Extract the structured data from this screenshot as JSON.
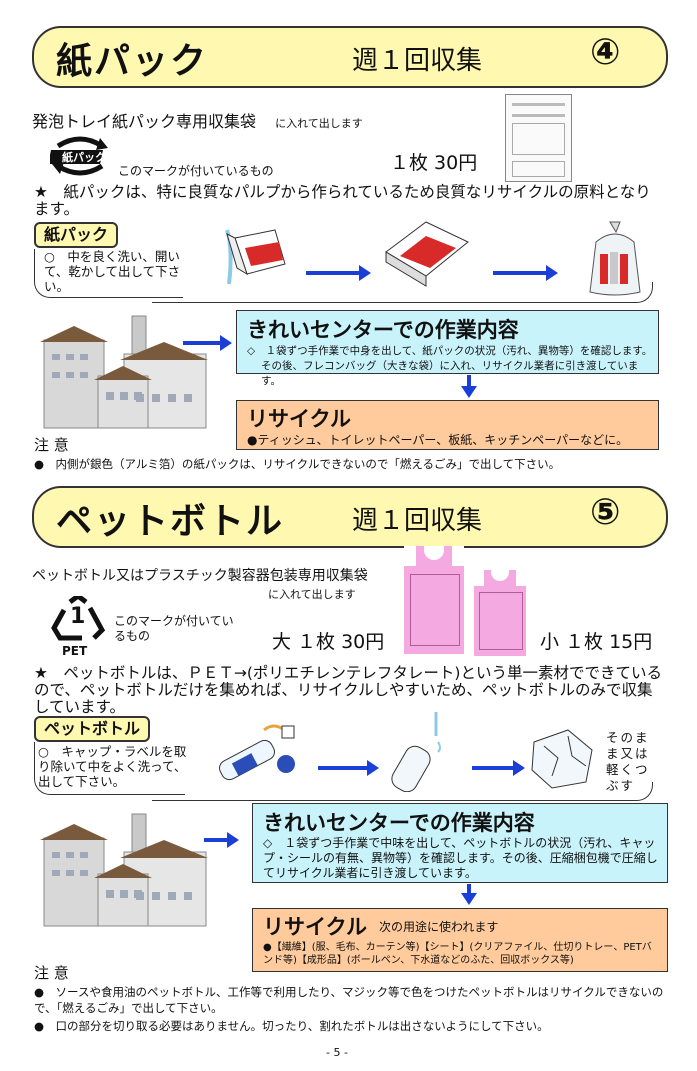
{
  "section1": {
    "title": "紙パック",
    "frequency": "週１回収集",
    "number": "④",
    "bag_text": "発泡トレイ紙パック専用収集袋",
    "bag_suffix": "に入れて出します",
    "mark_label": "紙パック",
    "mark_text": "このマークが付いているもの",
    "price": "１枚 30円",
    "star_text": "★　紙パックは、特に良質なパルプから作られているため良質なリサイクルの原料となります。",
    "tag": "紙パック",
    "instruction": "○　中を良く洗い、開いて、乾かして出して下さい。",
    "center_title": "きれいセンターでの作業内容",
    "center_line1": "◇　１袋ずつ手作業で中身を出して、紙パックの状況（汚れ、異物等）を確認します。",
    "center_line2": "その後、フレコンバッグ（大きな袋）に入れ、リサイクル業者に引き渡しています。",
    "recycle_title": "リサイクル",
    "recycle_text": "●ティッシュ、トイレットペーパー、板紙、キッチンペーパーなどに。",
    "caution_title": "注 意",
    "caution1": "●　内側が銀色（アルミ箔）の紙パックは、リサイクルできないので「燃えるごみ」で出して下さい。"
  },
  "section2": {
    "title": "ペットボトル",
    "frequency": "週１回収集",
    "number": "⑤",
    "bag_text": "ペットボトル又はプラスチック製容器包装専用収集袋",
    "bag_suffix": "に入れて出します",
    "mark_label": "PET",
    "mark_digit": "1",
    "mark_text": "このマークが付いているもの",
    "price_large": "大 １枚 30円",
    "price_small": "小 １枚 15円",
    "star_text": "★　ペットボトルは、ＰＥＴ→(ポリエチレンテレフタレート)という単一素材でできているので、ペットボトルだけを集めれば、リサイクルしやすいため、ペットボトルのみで収集しています。",
    "tag": "ペットボトル",
    "instruction": "○　キャップ・ラベルを取り除いて中をよく洗って、出して下さい。",
    "crush_note": "そのまま又は軽くつぶす",
    "center_title": "きれいセンターでの作業内容",
    "center_text": "◇　１袋ずつ手作業で中味を出して、ペットボトルの状況（汚れ、キャップ・シールの有無、異物等）を確認します。その後、圧縮梱包機で圧縮してリサイクル業者に引き渡しています。",
    "recycle_title": "リサイクル",
    "recycle_sub": "次の用途に使われます",
    "recycle_text": "●【繊維】(服、毛布、カーテン等)【シート】(クリアファイル、仕切りトレー、PETバンド等)【成形品】(ボールペン、下水道などのふた、回収ボックス等)",
    "caution_title": "注 意",
    "caution1": "●　ソースや食用油のペットボトル、工作等で利用したり、マジック等で色をつけたペットボトルはリサイクルできないので、「燃えるごみ」で出して下さい。",
    "caution2": "●　口の部分を切り取る必要はありません。切ったり、割れたボトルは出さないようにして下さい。"
  },
  "page_number": "- 5 -"
}
